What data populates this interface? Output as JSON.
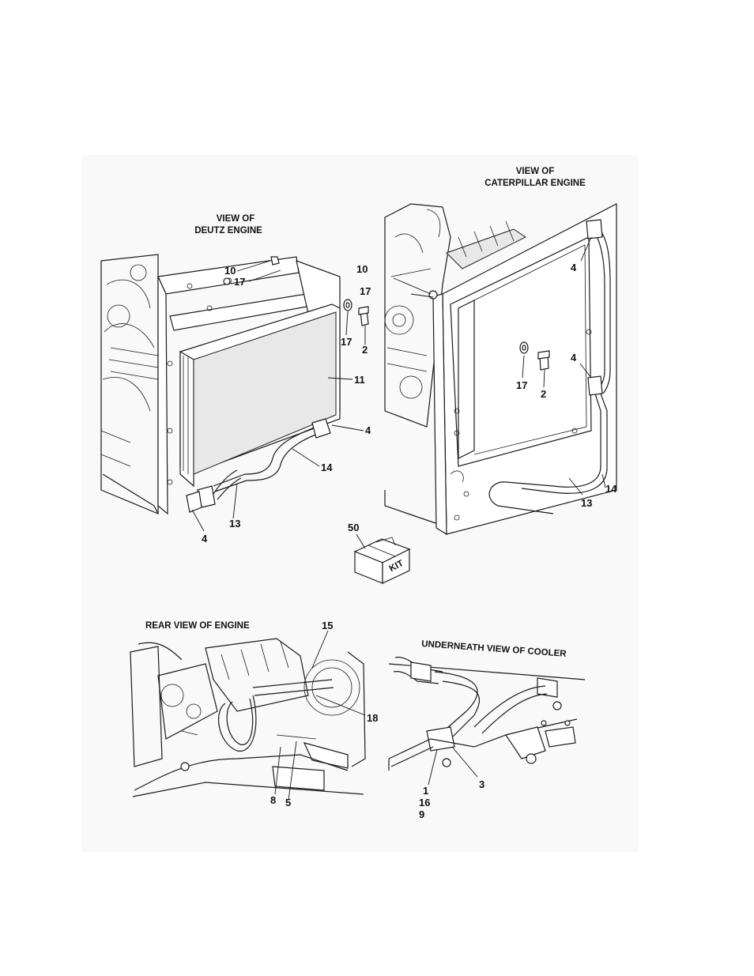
{
  "views": {
    "deutz": {
      "title_line1": "VIEW OF",
      "title_line2": "DEUTZ ENGINE"
    },
    "caterpillar": {
      "title_line1": "VIEW OF",
      "title_line2": "CATERPILLAR ENGINE"
    },
    "rear": {
      "title": "REAR VIEW OF ENGINE"
    },
    "underneath": {
      "title": "UNDERNEATH VIEW OF COOLER"
    }
  },
  "kit": {
    "callout": "50",
    "label": "KIT"
  },
  "callouts": {
    "deutz": [
      "10",
      "17",
      "10",
      "17",
      "17",
      "2",
      "11",
      "4",
      "14",
      "13",
      "4"
    ],
    "caterpillar": [
      "4",
      "17",
      "2",
      "4",
      "14",
      "13"
    ],
    "rear": [
      "15",
      "18",
      "8",
      "5"
    ],
    "underneath": [
      "1",
      "16",
      "9",
      "3"
    ]
  }
}
